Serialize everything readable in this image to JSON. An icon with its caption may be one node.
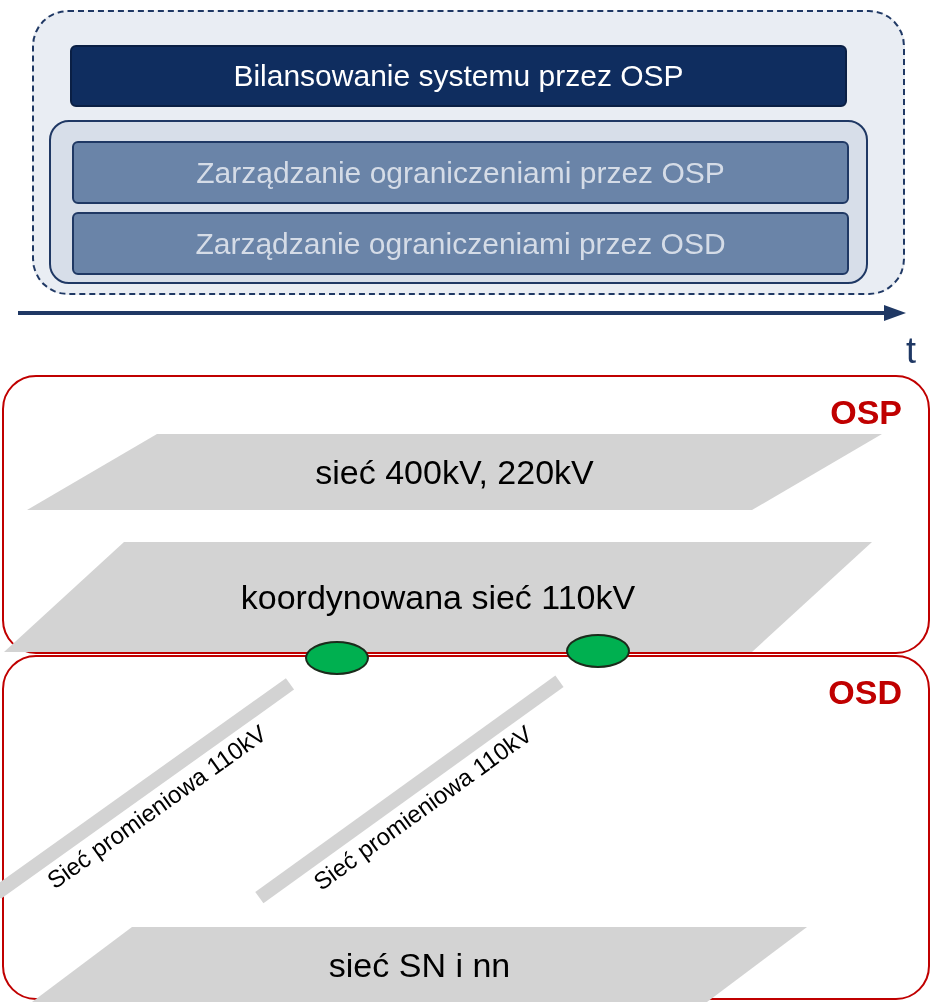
{
  "diagram": {
    "nodes": [
      {
        "text": [],
        "shape": "box"
      },
      {
        "text": [
          "Bilansowanie systemu przez OSP"
        ],
        "in": 0
      },
      {
        "text": [],
        "shape": "box",
        "in": 0
      },
      {
        "text": [
          "Zarządzanie ograniczeniami przez OSP"
        ],
        "in": 2
      },
      {
        "text": [
          "Zarządzanie ograniczeniami przez OSD"
        ],
        "in": 2
      },
      {
        "text": [
          "OSP"
        ]
      },
      {
        "text": [
          "sieć 400kV, 220kV"
        ],
        "in": 5
      },
      {
        "text": [
          "koordynowana sieć 110kV"
        ],
        "in": 5
      },
      {
        "text": [
          "OSD"
        ]
      },
      {
        "text": [
          "Sieć promieniowa 110kV"
        ],
        "in": 8
      },
      {
        "text": [
          "Sieć promieniowa 110kV"
        ],
        "in": 8
      },
      {
        "text": [
          "sieć SN i nn"
        ],
        "in": 8
      },
      {
        "text": [],
        "shape": "circle"
      },
      {
        "text": [],
        "shape": "circle"
      }
    ],
    "edges": [],
    "labels": [
      "t"
    ]
  }
}
